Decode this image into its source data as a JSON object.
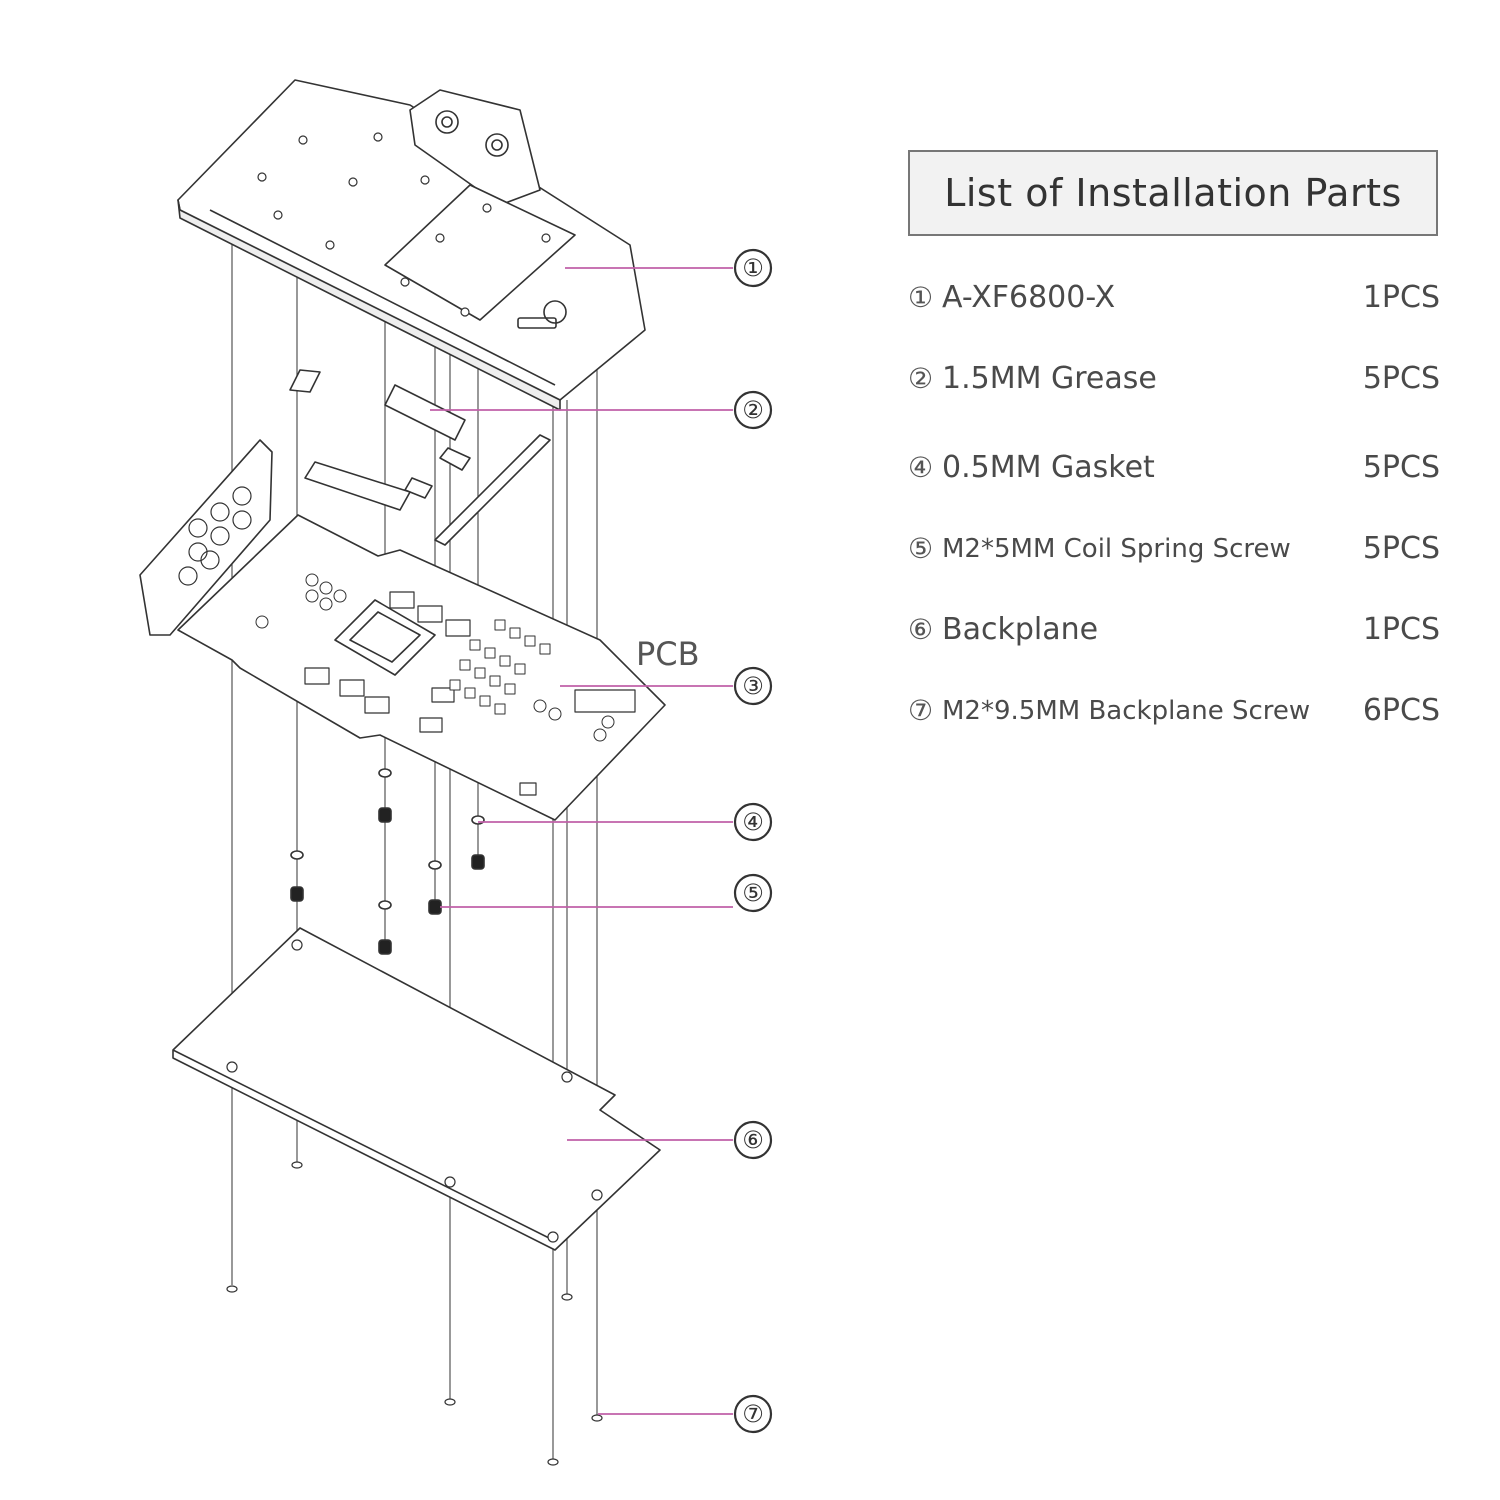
{
  "title": "List of Installation Parts",
  "pcb_label": "PCB",
  "callouts": [
    "①",
    "②",
    "③",
    "④",
    "⑤",
    "⑥",
    "⑦"
  ],
  "parts": [
    {
      "num": "①",
      "name": "A-XF6800-X",
      "qty": "1PCS"
    },
    {
      "num": "②",
      "name": "1.5MM Grease",
      "qty": "5PCS"
    },
    {
      "num": "④",
      "name": "0.5MM Gasket",
      "qty": "5PCS"
    },
    {
      "num": "⑤",
      "name": "M2*5MM Coil Spring Screw",
      "qty": "5PCS"
    },
    {
      "num": "⑥",
      "name": "Backplane",
      "qty": "1PCS"
    },
    {
      "num": "⑦",
      "name": "M2*9.5MM Backplane Screw",
      "qty": "6PCS"
    }
  ],
  "colors": {
    "leader": "#c060a8",
    "line": "#333333"
  }
}
